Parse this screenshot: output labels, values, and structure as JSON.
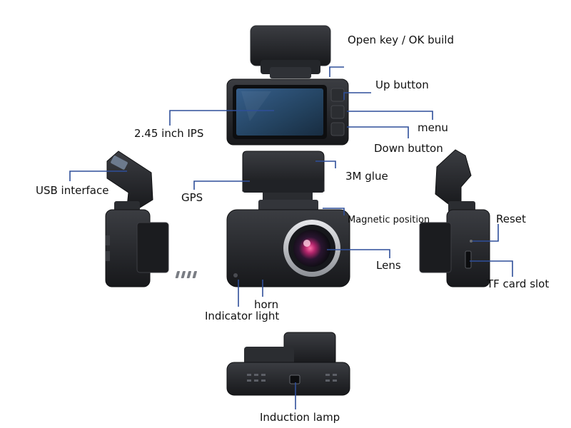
{
  "labels": {
    "open_key": "Open key / OK build",
    "up_button": "Up button",
    "screen": "2.45 inch IPS",
    "menu": "menu",
    "down_button": "Down button",
    "glue": "3M glue",
    "usb": "USB interface",
    "gps": "GPS",
    "magnetic": "Magnetic position",
    "reset": "Reset",
    "lens": "Lens",
    "tf_card": "TF card slot",
    "horn": "horn",
    "indicator": "Indicator light",
    "induction": "Induction lamp"
  },
  "colors": {
    "leader_line": "#2f4f9a",
    "body": "#1c1d20",
    "body_edge": "#3a3c41",
    "screen": "#2a4d73",
    "lens_glow": "#c23b74"
  }
}
